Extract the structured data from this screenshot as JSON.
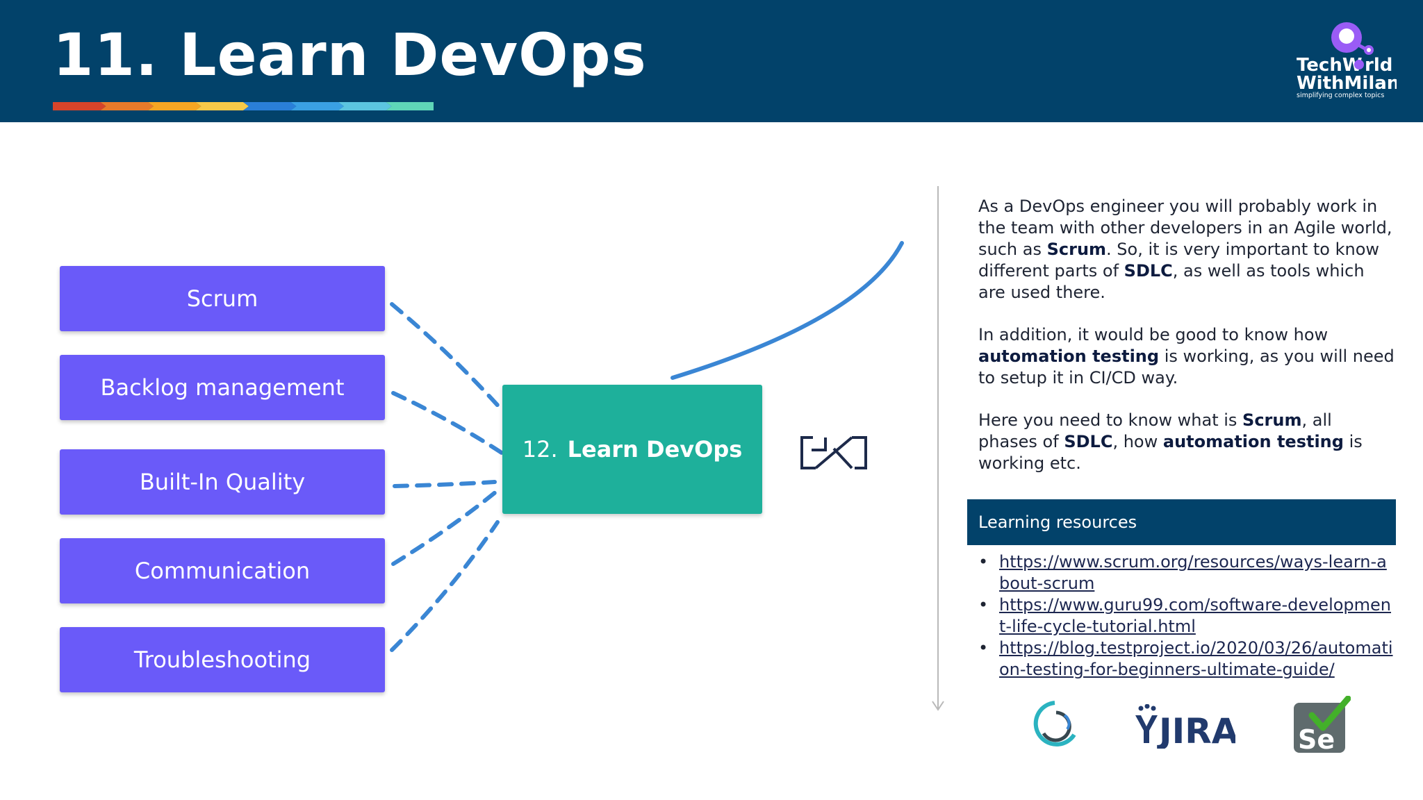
{
  "header": {
    "title": "11. Learn DevOps",
    "brand_line1": "TechW",
    "brand_line1_end": "rld",
    "brand_line2": "WithMilan",
    "brand_tagline": "simplifying complex topics",
    "background": "#02426a",
    "stripe_colors": [
      "#d6442a",
      "#e87a2a",
      "#f5a623",
      "#f7c948",
      "#2a7fd8",
      "#3aa0e3",
      "#5cc5e0",
      "#5fd6b8"
    ]
  },
  "topics": [
    {
      "label": "Scrum"
    },
    {
      "label": "Backlog management"
    },
    {
      "label": "Built-In Quality"
    },
    {
      "label": "Communication"
    },
    {
      "label": "Troubleshooting"
    }
  ],
  "center_node": {
    "number": "12.",
    "label": "Learn DevOps"
  },
  "description": {
    "p1": [
      {
        "t": "As a DevOps engineer you will probably work in the team with other developers in an Agile world, such as "
      },
      {
        "t": "Scrum",
        "b": true
      },
      {
        "t": ". So, it is very important to know different parts of "
      },
      {
        "t": "SDLC",
        "b": true
      },
      {
        "t": ", as well as tools which are used there."
      }
    ],
    "p2": [
      {
        "t": "In addition, it would be good to know how "
      },
      {
        "t": "automation testing",
        "b": true
      },
      {
        "t": " is working, as you will need to setup it in CI/CD way."
      }
    ],
    "p3": [
      {
        "t": "Here you need to know what is "
      },
      {
        "t": "Scrum",
        "b": true
      },
      {
        "t": ", all phases of "
      },
      {
        "t": "SDLC",
        "b": true
      },
      {
        "t": ", how "
      },
      {
        "t": "automation testing",
        "b": true
      },
      {
        "t": " is working etc."
      }
    ]
  },
  "resources": {
    "heading": "Learning resources",
    "links": [
      "https://www.scrum.org/resources/ways-learn-about-scrum",
      "https://www.guru99.com/software-development-life-cycle-tutorial.html",
      "https://blog.testproject.io/2020/03/26/automation-testing-for-beginners-ultimate-guide/"
    ]
  },
  "tools": {
    "jira_text": "JIRA",
    "selenium_text": "Se"
  },
  "colors": {
    "topic": "#6a5af9",
    "center": "#1eb09b",
    "connector": "#3a86d4",
    "accent_purple": "#8a5cf5"
  }
}
